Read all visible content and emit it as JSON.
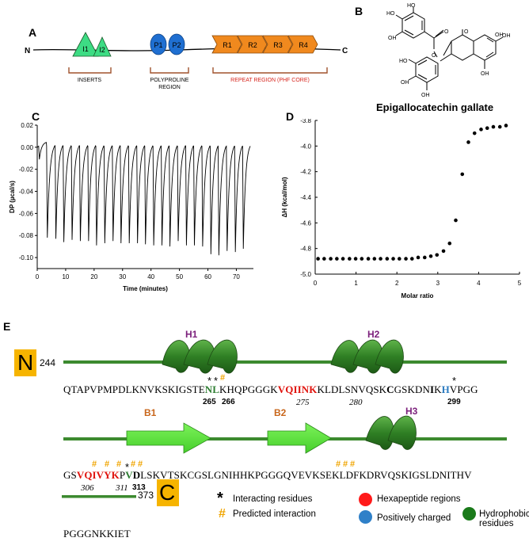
{
  "panel_a": {
    "letter": "A",
    "n_label": "N",
    "c_label": "C",
    "inserts": [
      "I1",
      "I2"
    ],
    "prolines": [
      "P1",
      "P2"
    ],
    "repeats": [
      "R1",
      "R2",
      "R3",
      "R4"
    ],
    "inserts_label": "INSERTS",
    "polyproline_label_1": "POLYPROLINE",
    "polyproline_label_2": "REGION",
    "repeat_label": "REPEAT REGION (PHF CORE)",
    "colors": {
      "insert": "#3ddc84",
      "proline": "#1f6fd1",
      "repeat": "#f0891e",
      "repeat_label": "#d7261e",
      "bracket": "#a0522d"
    }
  },
  "panel_b": {
    "letter": "B",
    "molecule_name": "Epigallocatechin gallate",
    "atom_labels": [
      "HO",
      "HO",
      "OH",
      "O",
      "O",
      "O",
      "OH",
      "OH",
      "OH",
      "HO",
      "OH",
      "OH"
    ]
  },
  "panel_c": {
    "letter": "C",
    "chart_data": {
      "type": "line",
      "title": "",
      "xlabel": "Time (minutes)",
      "ylabel": "DP (µcal/s)",
      "xlim": [
        0,
        76
      ],
      "ylim": [
        -0.11,
        0.02
      ],
      "x_ticks": [
        0,
        10,
        20,
        30,
        40,
        50,
        60,
        70
      ],
      "y_ticks": [
        0.02,
        0.0,
        -0.02,
        -0.04,
        -0.06,
        -0.08,
        -0.1
      ],
      "y_tick_labels": [
        "0.02",
        "0.00",
        "-0.02",
        "-0.04",
        "-0.06",
        "-0.08",
        "-0.10"
      ],
      "injection_times": [
        0.5,
        3.3,
        6.3,
        9.1,
        12.0,
        14.9,
        17.8,
        20.6,
        23.5,
        26.4,
        29.2,
        32.1,
        35.0,
        37.8,
        40.7,
        43.6,
        46.4,
        49.3,
        52.2,
        55.0,
        57.9,
        60.8,
        63.6,
        66.5,
        69.4,
        72.2
      ],
      "injection_minima": [
        -0.011,
        -0.082,
        -0.083,
        -0.086,
        -0.084,
        -0.085,
        -0.085,
        -0.089,
        -0.087,
        -0.085,
        -0.087,
        -0.087,
        -0.087,
        -0.088,
        -0.089,
        -0.089,
        -0.09,
        -0.085,
        -0.089,
        -0.089,
        -0.09,
        -0.097,
        -0.098,
        -0.094,
        -0.095,
        -0.092
      ]
    }
  },
  "panel_d": {
    "letter": "D",
    "chart_data": {
      "type": "scatter",
      "title": "",
      "xlabel": "Molar ratio",
      "ylabel": "ΔH (kcal/mol)",
      "xlim": [
        0,
        5
      ],
      "ylim": [
        -5.0,
        -3.8
      ],
      "x_ticks": [
        0,
        1,
        2,
        3,
        4,
        5
      ],
      "y_ticks": [
        -3.8,
        -4.0,
        -4.2,
        -4.4,
        -4.6,
        -4.8,
        -5.0
      ],
      "y_tick_labels": [
        "-3.8",
        "-4.0",
        "-4.2",
        "-4.4",
        "-4.6",
        "-4.8",
        "-5.0"
      ],
      "x": [
        0.07,
        0.22,
        0.38,
        0.53,
        0.68,
        0.84,
        0.99,
        1.14,
        1.3,
        1.45,
        1.6,
        1.76,
        1.91,
        2.06,
        2.22,
        2.37,
        2.52,
        2.68,
        2.83,
        2.98,
        3.14,
        3.29,
        3.44,
        3.6,
        3.75,
        3.9,
        4.06,
        4.21,
        4.36,
        4.52,
        4.67
      ],
      "y": [
        -4.88,
        -4.88,
        -4.88,
        -4.88,
        -4.88,
        -4.88,
        -4.88,
        -4.88,
        -4.88,
        -4.88,
        -4.88,
        -4.88,
        -4.88,
        -4.88,
        -4.88,
        -4.88,
        -4.87,
        -4.87,
        -4.86,
        -4.85,
        -4.82,
        -4.76,
        -4.58,
        -4.22,
        -3.97,
        -3.9,
        -3.87,
        -3.86,
        -3.85,
        -3.85,
        -3.84
      ]
    }
  },
  "panel_e": {
    "letter": "E",
    "n_badge": "N",
    "c_badge": "C",
    "start_num": "244",
    "end_num": "373",
    "helix_labels": [
      "H1",
      "H2",
      "H3"
    ],
    "strand_labels": [
      "B1",
      "B2"
    ],
    "row1": [
      {
        "t": "QTAPVPMPDLKNVKSKIGSTE"
      },
      {
        "t": "NL",
        "cls": "green"
      },
      {
        "t": "KHQPGGGK"
      },
      {
        "t": "VQIINK",
        "cls": "red"
      },
      {
        "t": "KLDLSNVQSK"
      },
      {
        "t": "C",
        "cls": "bold"
      },
      {
        "t": "GSKDN"
      },
      {
        "t": "I",
        "cls": "bold"
      },
      {
        "t": "K"
      },
      {
        "t": "H",
        "cls": "blue"
      },
      {
        "t": "VPGG"
      }
    ],
    "row2": [
      {
        "t": "GS"
      },
      {
        "t": "VQIVYK",
        "cls": "red"
      },
      {
        "t": "P"
      },
      {
        "t": "V",
        "cls": "green"
      },
      {
        "t": "D",
        "cls": "bold"
      },
      {
        "t": "LSKVTSKCGSLGNIHHKPGGGQVEVKSEKLDFKDRVQSKIGSLDNITHV"
      }
    ],
    "row3": "PGGGNKKIET",
    "num_265": "265",
    "num_266": "266",
    "num_275": "275",
    "num_280": "280",
    "num_299": "299",
    "num_306": "306",
    "num_311": "311",
    "num_313": "313",
    "star": "*",
    "hash": "#",
    "legend": {
      "interacting": "Interacting residues",
      "predicted": "Predicted interaction",
      "hexapeptide": "Hexapeptide regions",
      "positive": "Positively charged",
      "hydrophobic": "Hydrophobic residues"
    },
    "colors": {
      "helix": "#3a8a2a",
      "strand": "#66ee44",
      "line": "#3c8a2f",
      "badge": "#f6b400",
      "red": "#e0140e",
      "blue": "#2b7bc0",
      "green_res": "#2e7d32",
      "hash": "#f0a500",
      "h_label": "#7b1f7b",
      "b_label": "#c8661b",
      "legend_red": "#ff1a1a",
      "legend_blue": "#2f80c8",
      "legend_green": "#1a7a1a"
    }
  }
}
